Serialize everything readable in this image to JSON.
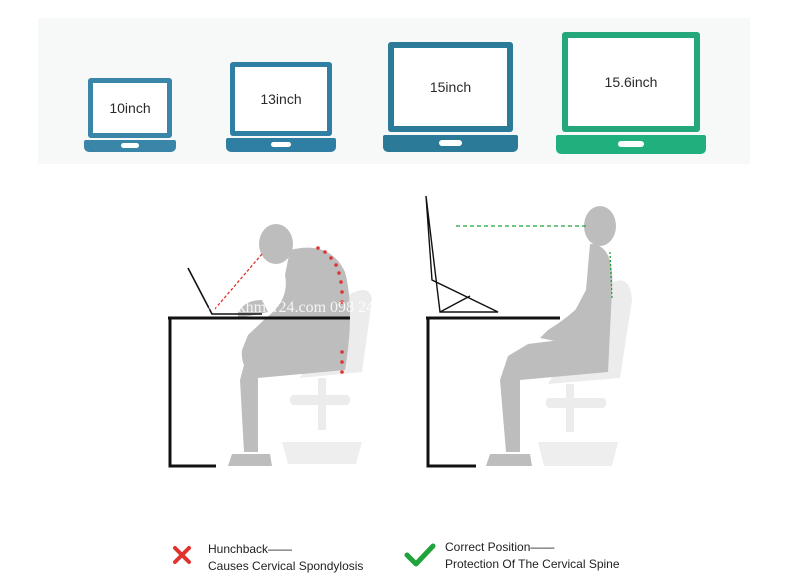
{
  "laptops": [
    {
      "label": "10inch",
      "color": "#3a86a8"
    },
    {
      "label": "13inch",
      "color": "#2f7ea4"
    },
    {
      "label": "15inch",
      "color": "#2a7a98"
    },
    {
      "label": "15.6inch",
      "color": "#25a77c"
    }
  ],
  "watermark": "www.khmer24.com 098 241926",
  "legend": {
    "bad": {
      "line1": "Hunchback——",
      "line2": "Causes Cervical Spondylosis",
      "color": "#e0322f"
    },
    "good": {
      "line1": "Correct Position——",
      "line2": "Protection Of The Cervical Spine",
      "color": "#1fa33a"
    }
  }
}
